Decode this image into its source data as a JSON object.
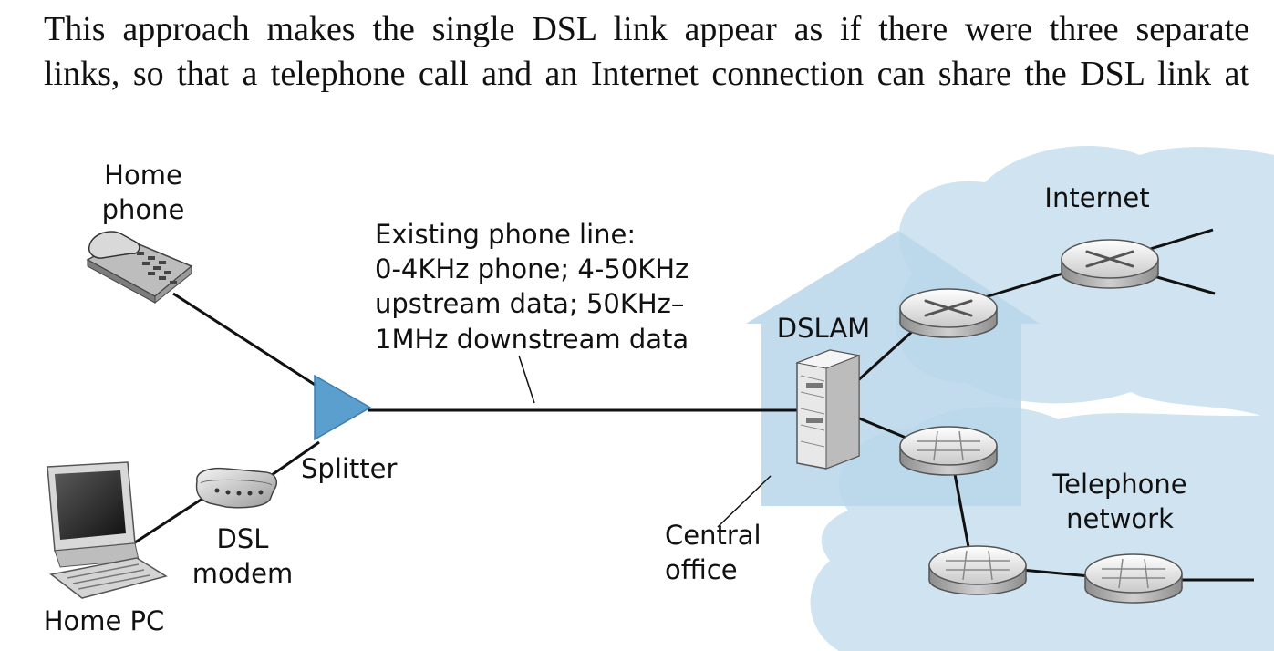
{
  "paragraph": {
    "line1": "This approach makes the single DSL link appear as if there were three separate",
    "line2": "links, so that a telephone call and an Internet connection can share the DSL link at"
  },
  "labels": {
    "home_phone_1": "Home",
    "home_phone_2": "phone",
    "phone_line_1": "Existing phone line:",
    "phone_line_2": "0-4KHz phone; 4-50KHz",
    "phone_line_3": "upstream data; 50KHz–",
    "phone_line_4": "1MHz downstream data",
    "splitter": "Splitter",
    "dsl_modem_1": "DSL",
    "dsl_modem_2": "modem",
    "home_pc": "Home PC",
    "dslam": "DSLAM",
    "central_office_1": "Central",
    "central_office_2": "office",
    "internet": "Internet",
    "telephone_network_1": "Telephone",
    "telephone_network_2": "network"
  },
  "colors": {
    "cloud": "#cfe3f0",
    "central_office": "#b9d6ea",
    "splitter": "#5b9fcf",
    "line": "#111111"
  }
}
